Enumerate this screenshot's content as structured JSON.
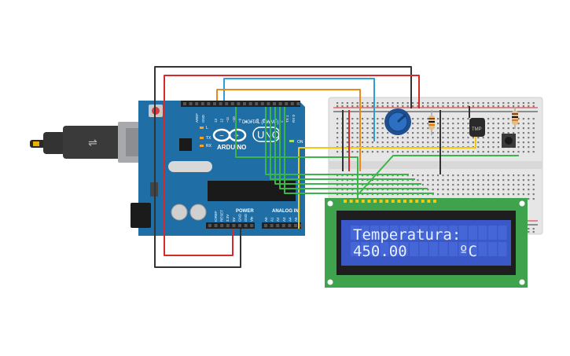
{
  "arduino": {
    "brand": "ARDUINO",
    "model": "UNO",
    "digital_label": "DIGITAL (PWM~)",
    "power_label": "POWER",
    "analog_label": "ANALOG IN",
    "on_label": "ON",
    "tx_label": "TX",
    "rx_label": "RX",
    "l_label": "L",
    "aref_label": "AREF",
    "gnd_label": "GND",
    "digital_pins": [
      "13",
      "12",
      "~11",
      "~10",
      "~9",
      "8",
      "7",
      "~6",
      "~5",
      "4",
      "~3",
      "2",
      "TX 1",
      "RX 0"
    ],
    "power_pins": [
      "IOREF",
      "RESET",
      "3.3V",
      "5V",
      "GND",
      "GND",
      "Vin"
    ],
    "analog_pins": [
      "A0",
      "A1",
      "A2",
      "A3",
      "A4",
      "A5"
    ]
  },
  "sensor": {
    "label": "TMP"
  },
  "lcd": {
    "line1": "Temperatura:",
    "line2_value": "450.00",
    "line2_unit": "ºC"
  },
  "colors": {
    "board": "#1f6ea6",
    "breadboard": "#e6e6e6",
    "lcd_pcb": "#3fa34d",
    "lcd_screen": "#3a58c8",
    "wire_red": "#d62a2a",
    "wire_black": "#333333",
    "wire_green": "#39b54a",
    "wire_yellow": "#f2c811",
    "wire_orange": "#e8891a",
    "wire_blue": "#2d9fd8"
  }
}
